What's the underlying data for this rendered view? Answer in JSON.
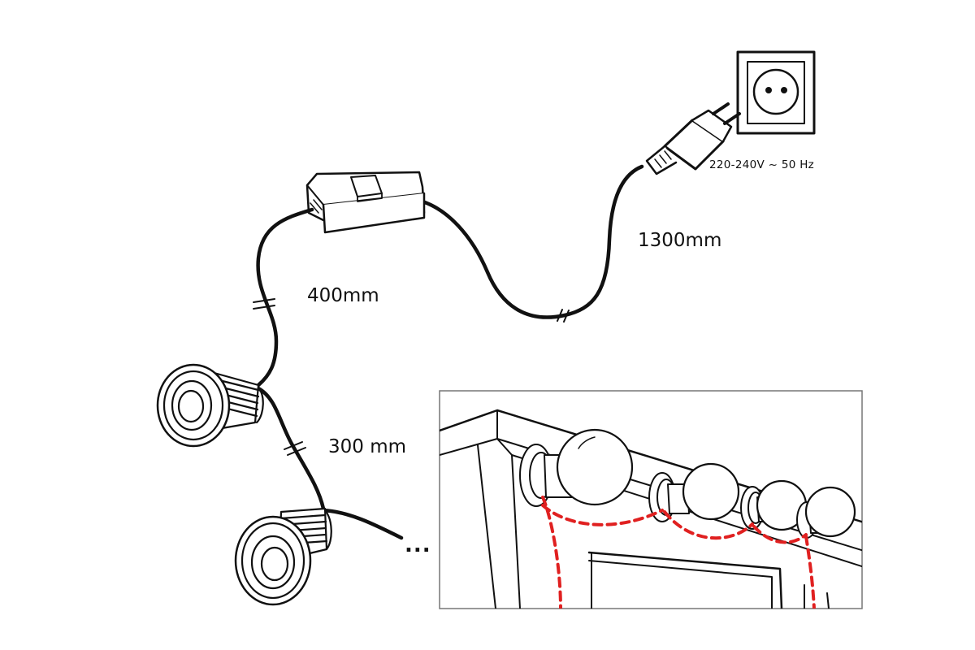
{
  "labels": {
    "main_cable_length": "1300mm",
    "switch_to_socket_length": "400mm",
    "socket_spacing": "300 mm",
    "voltage": "220-240V ~ 50 Hz",
    "continuation": "..."
  },
  "icons": {
    "wall_outlet": "wall-socket-icon",
    "plug": "euro-plug-icon",
    "switch": "inline-switch-icon",
    "lamp_socket": "e27-lamp-holder-icon",
    "bulb": "globe-bulb-icon"
  },
  "colors": {
    "line": "#111111",
    "wiring_dashed": "#e02020",
    "background": "#ffffff"
  }
}
